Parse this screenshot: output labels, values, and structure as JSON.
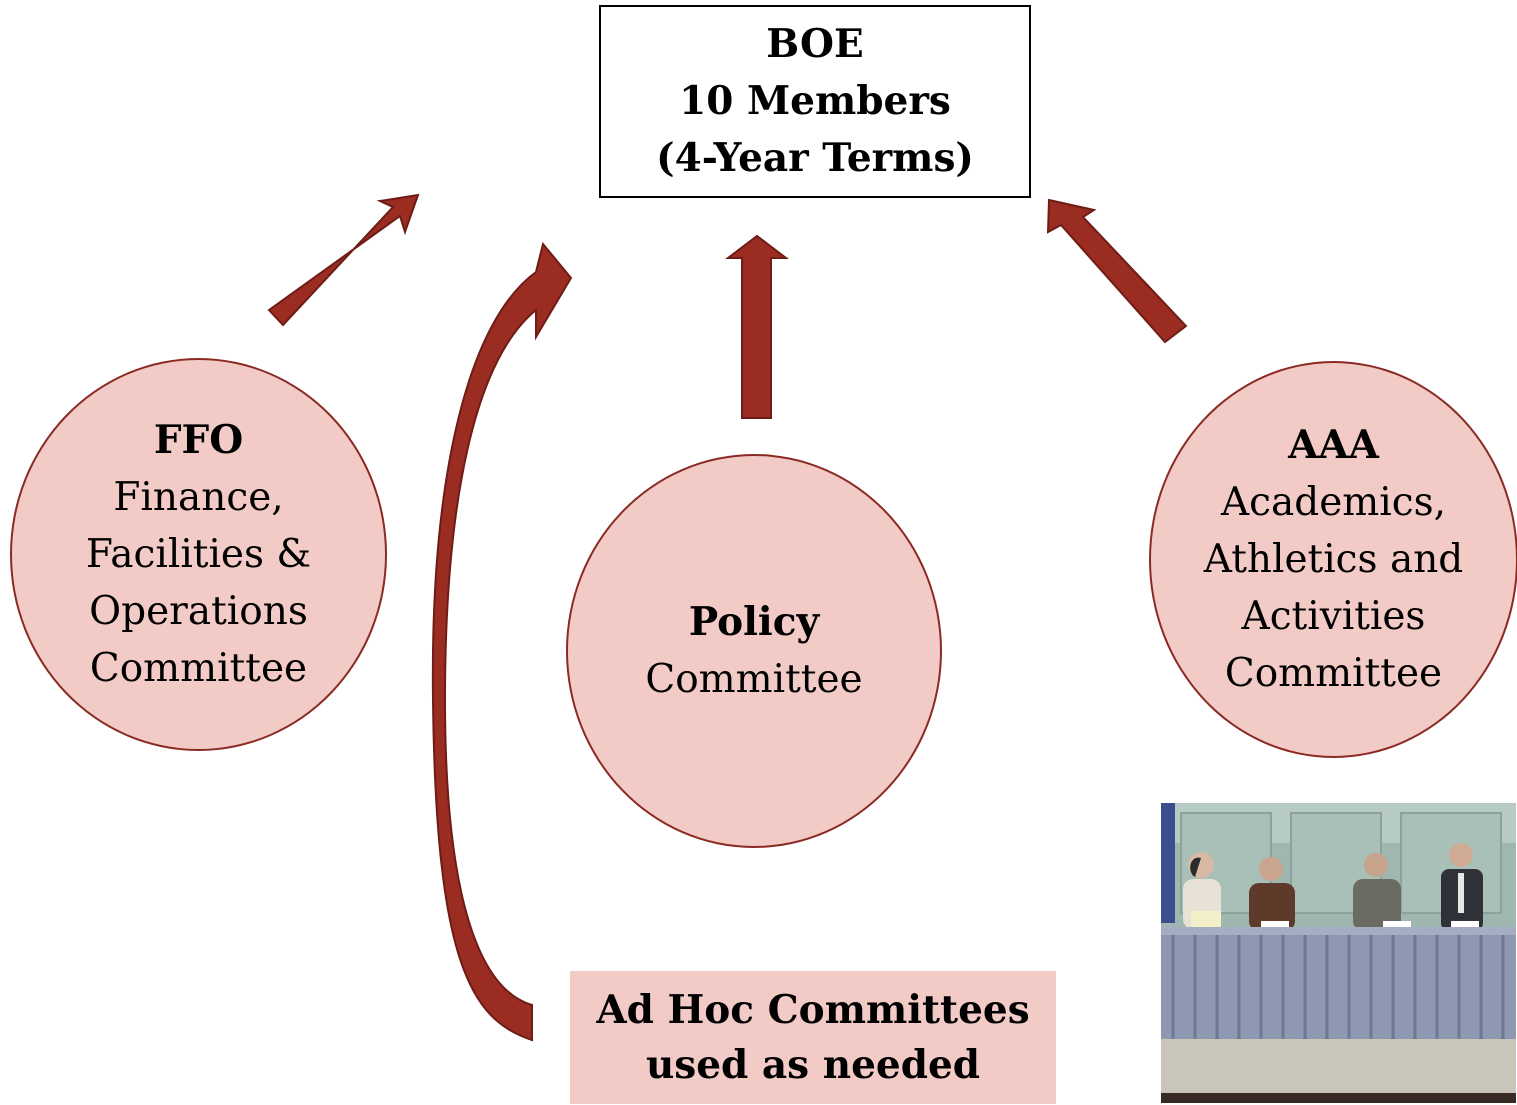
{
  "boe": {
    "line1": "BOE",
    "line2": "10 Members",
    "line3": "(4-Year Terms)"
  },
  "committees": {
    "ffo": {
      "abbr": "FFO",
      "lines": [
        "Finance,",
        "Facilities &",
        "Operations",
        "Committee"
      ]
    },
    "policy": {
      "abbr": "Policy",
      "lines": [
        "Committee"
      ]
    },
    "aaa": {
      "abbr": "AAA",
      "lines": [
        "Academics,",
        "Athletics and",
        "Activities",
        "Committee"
      ]
    }
  },
  "adhoc": {
    "line1": "Ad Hoc Committees",
    "line2": "used as needed"
  },
  "colors": {
    "arrow": "#9b2c22",
    "arrow_stroke": "#6e1c16",
    "circle_fill": "#f2cbc6",
    "circle_stroke": "#8b2a22"
  },
  "photo": {
    "description_icon": "board-meeting-photo"
  }
}
